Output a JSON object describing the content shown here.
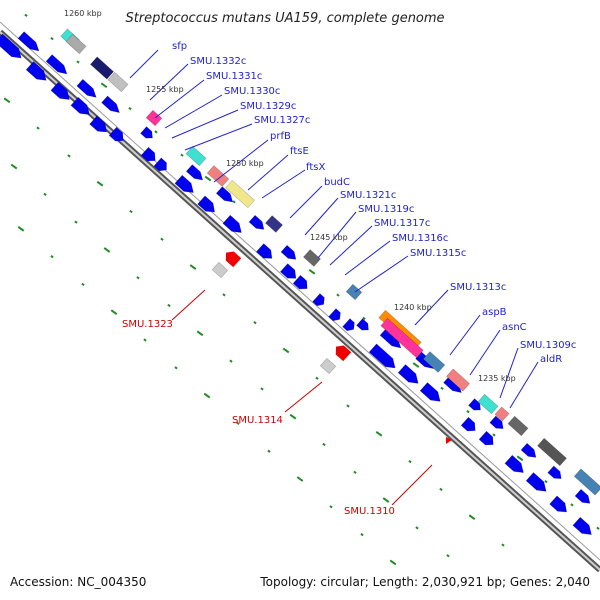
{
  "title": "Streptococcus mutans UA159, complete genome",
  "footer": {
    "accession": "Accession: NC_004350",
    "topology": "Topology: circular; Length: 2,030,921 bp; Genes: 2,040"
  },
  "colors": {
    "forward_strand": "#0000ee",
    "label_blue": "#2222cc",
    "label_red": "#cc0000",
    "backbone": "#777777",
    "tick": "#228b22"
  },
  "scale_labels": [
    "1260 kbp",
    "1255 kbp",
    "1250 kbp",
    "1245 kbp",
    "1240 kbp",
    "1235 kbp"
  ],
  "gene_labels_blue": [
    "sfp",
    "SMU.1332c",
    "SMU.1331c",
    "SMU.1330c",
    "SMU.1329c",
    "SMU.1327c",
    "prfB",
    "ftsE",
    "ftsX",
    "budC",
    "SMU.1321c",
    "SMU.1319c",
    "SMU.1317c",
    "SMU.1316c",
    "SMU.1315c",
    "SMU.1313c",
    "aspB",
    "asnC",
    "SMU.1309c",
    "aldR"
  ],
  "gene_labels_red": [
    "SMU.1323",
    "SMU.1314",
    "SMU.1310"
  ]
}
